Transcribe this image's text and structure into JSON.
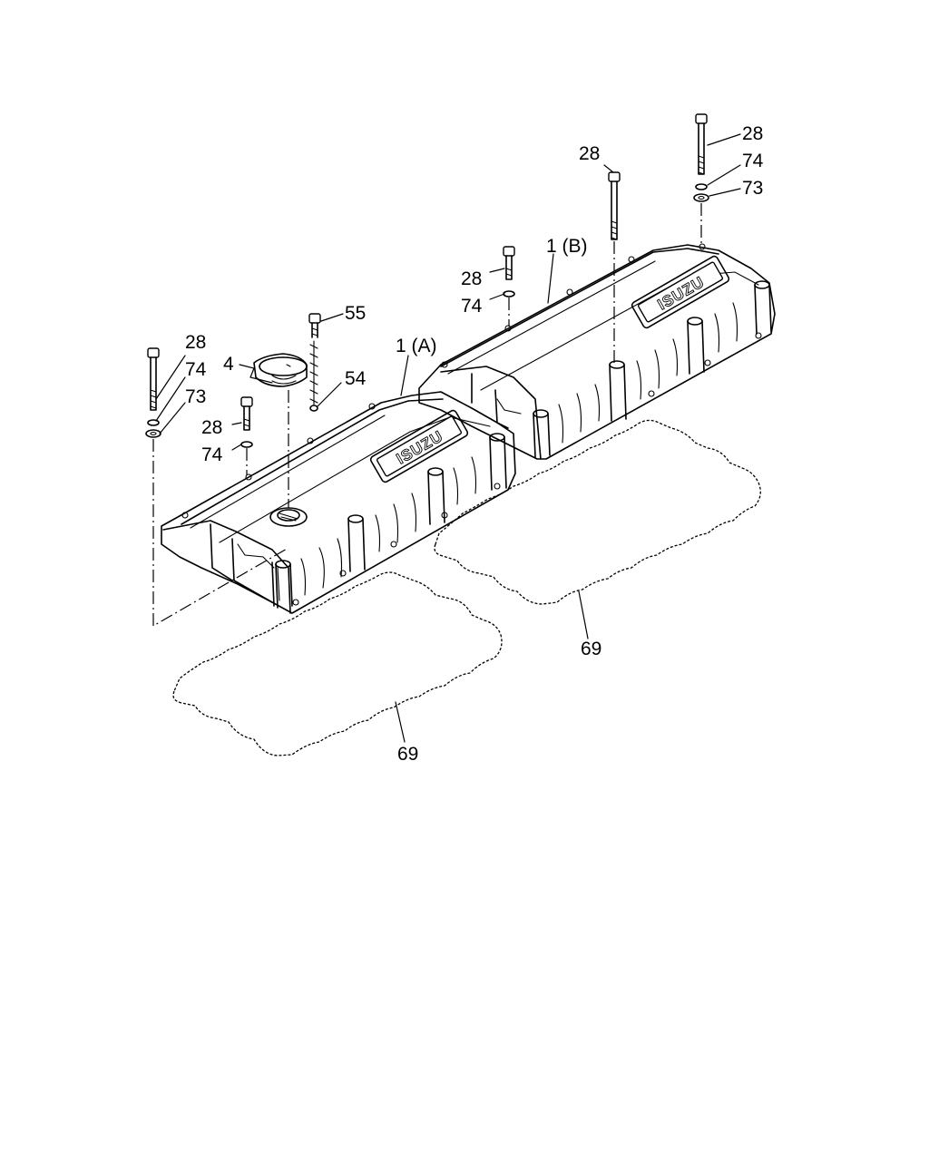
{
  "callouts": {
    "c28_top_right": "28",
    "c74_top_right": "74",
    "c73_top_right": "73",
    "c28_mid": "28",
    "c1b": "1 (B)",
    "c28_b": "28",
    "c74_b": "74",
    "c55": "55",
    "c1a": "1 (A)",
    "c54": "54",
    "c4": "4",
    "c28_left": "28",
    "c74_left": "74",
    "c73_left": "73",
    "c28_a": "28",
    "c74_a": "74",
    "c69_right": "69",
    "c69_left": "69"
  },
  "logos": {
    "cover_a": "ISUZU",
    "cover_b": "ISUZU"
  }
}
